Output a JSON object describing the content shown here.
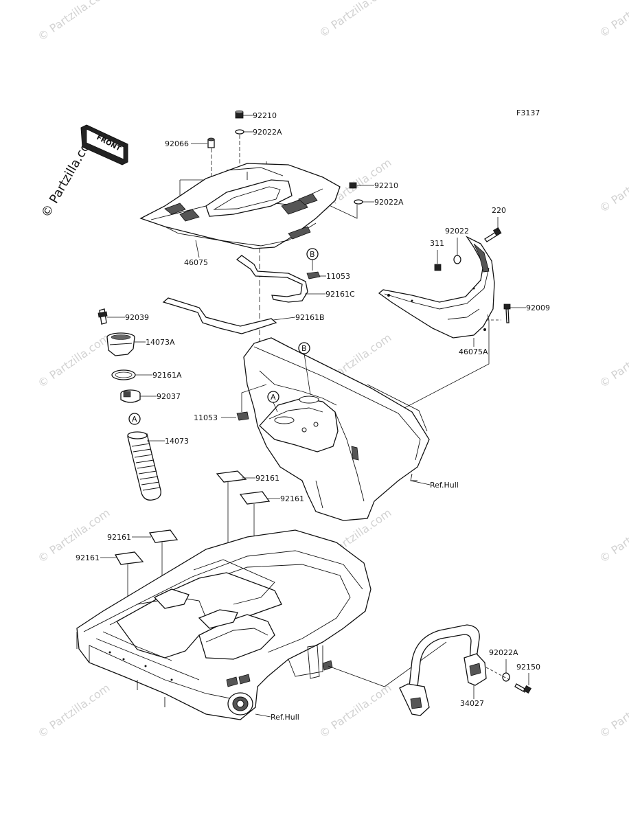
{
  "figure_code": "F3137",
  "watermark": "© Partzilla.com",
  "front_label": "FRONT",
  "markers": {
    "a": "A",
    "b": "B"
  },
  "labels": {
    "p92210_top": "92210",
    "p92022A_top": "92022A",
    "p92066": "92066",
    "p92210_right": "92210",
    "p92022A_right": "92022A",
    "p46075": "46075",
    "p11053_upper": "11053",
    "p92161C": "92161C",
    "p92161B": "92161B",
    "p92039": "92039",
    "p14073A": "14073A",
    "p92161A": "92161A",
    "p92037": "92037",
    "p11053_lower": "11053",
    "p14073": "14073",
    "p220": "220",
    "p92022": "92022",
    "p311": "311",
    "p92009": "92009",
    "p46075A": "46075A",
    "ref_hull_upper": "Ref.Hull",
    "p92161_1": "92161",
    "p92161_2": "92161",
    "p92161_3": "92161",
    "p92161_4": "92161",
    "p92022A_lower": "92022A",
    "p92150": "92150",
    "p34027": "34027",
    "ref_hull_lower": "Ref.Hull"
  }
}
